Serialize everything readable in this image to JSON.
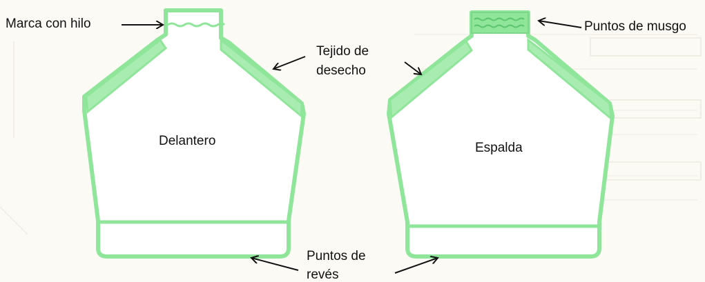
{
  "labels": {
    "marca_con_hilo": "Marca con hilo",
    "tejido_de_line1": "Tejido de",
    "tejido_de_line2": "desecho",
    "puntos_de_musgo": "Puntos de musgo",
    "delantero": "Delantero",
    "espalda": "Espalda",
    "puntos_de_line1": "Puntos de",
    "puntos_de_line2": "revés"
  },
  "colors": {
    "garment_green": "#8fe59a",
    "garment_fill": "#ffffff",
    "stitch_dark": "#5cc36e",
    "ink": "#111111",
    "page_bg": "#fbfaf4"
  }
}
